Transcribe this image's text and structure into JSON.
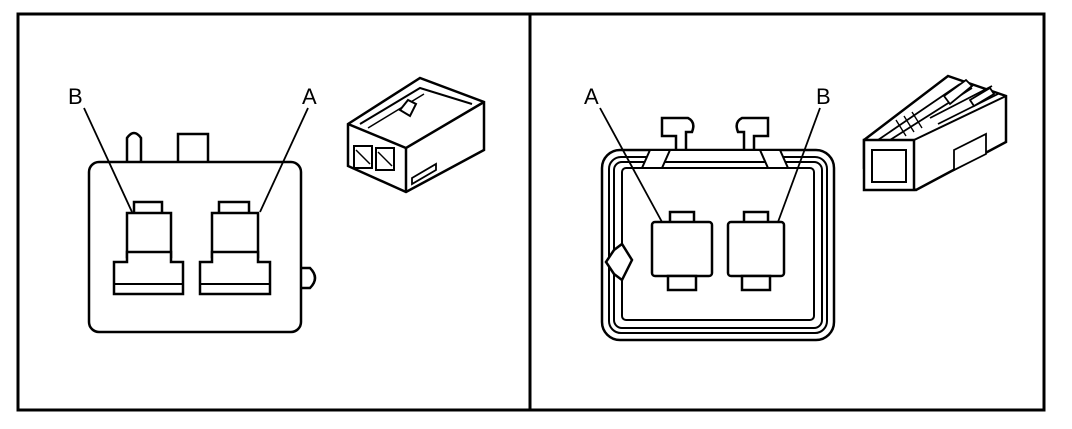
{
  "left_panel": {
    "pin_label_b": "B",
    "pin_label_a": "A",
    "connector_icon": "connector-2-cavity-housing-icon"
  },
  "right_panel": {
    "pin_label_a": "A",
    "pin_label_b": "B",
    "connector_icon": "connector-1-cavity-terminal-icon"
  },
  "colors": {
    "line": "#000000",
    "background": "#ffffff"
  }
}
